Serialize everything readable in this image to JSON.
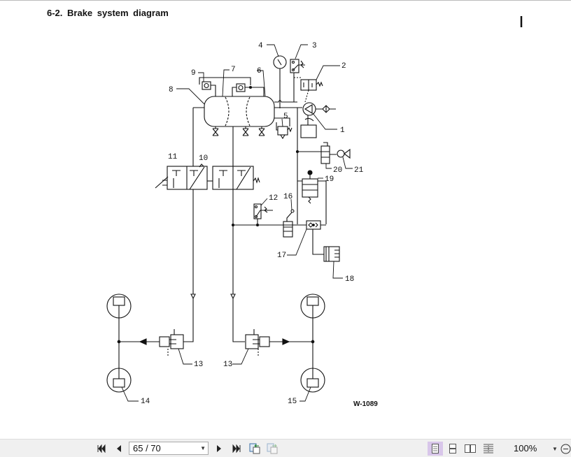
{
  "document": {
    "section_title": "6-2.  Brake system diagram",
    "figure_code": "W-1089",
    "callouts": {
      "c1": "1",
      "c2": "2",
      "c3": "3",
      "c4": "4",
      "c5": "5",
      "c6": "6",
      "c7": "7",
      "c8": "8",
      "c9": "9",
      "c10": "10",
      "c11": "11",
      "c12": "12",
      "c13a": "13",
      "c13b": "13",
      "c14": "14",
      "c15": "15",
      "c16": "16",
      "c17": "17",
      "c18": "18",
      "c19": "19",
      "c20": "20",
      "c21": "21"
    }
  },
  "toolbar": {
    "page_field": "65 / 70",
    "zoom": "100%",
    "icons": [
      "first-page-icon",
      "previous-page-icon",
      "next-page-icon",
      "last-page-icon",
      "go-back-view-icon",
      "go-forward-view-icon",
      "single-page-icon",
      "continuous-icon",
      "facing-icon",
      "continuous-facing-icon",
      "zoom-out-icon"
    ],
    "active_view_color": "#d8c6ea"
  }
}
